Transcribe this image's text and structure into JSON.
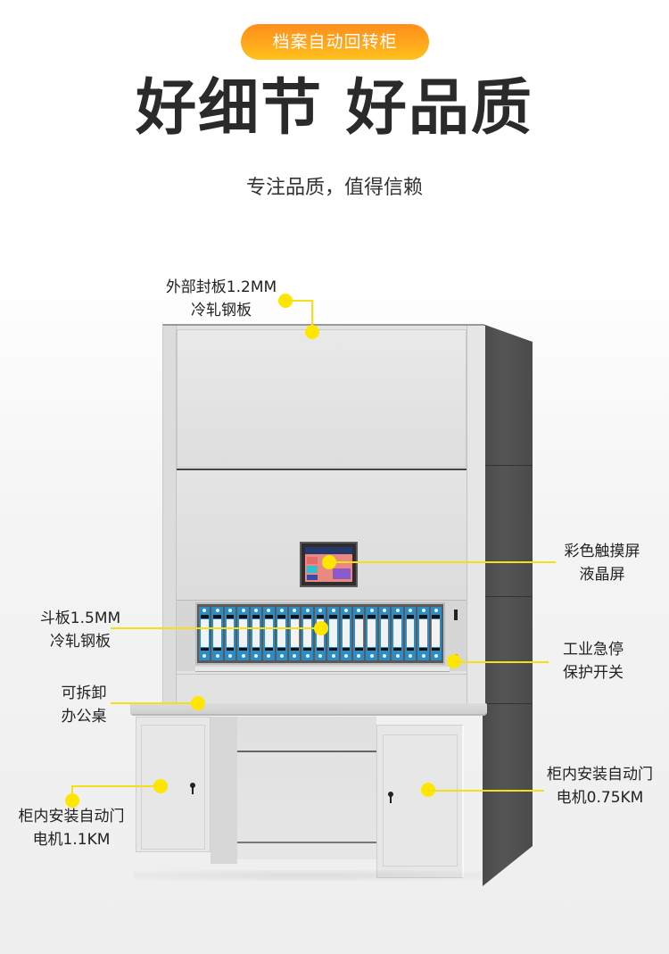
{
  "header": {
    "badge_label": "档案自动回转柜",
    "headline": "好细节 好品质",
    "subline": "专注品质，值得信赖"
  },
  "annotations": {
    "top_panel": {
      "line1": "外部封板1.2MM",
      "line2": "冷轧钢板"
    },
    "touch_screen": {
      "line1": "彩色触摸屏",
      "line2": "液晶屏"
    },
    "drawer_panel": {
      "line1": "斗板1.5MM",
      "line2": "冷轧钢板"
    },
    "emergency_stop": {
      "line1": "工业急停",
      "line2": "保护开关"
    },
    "desk": {
      "line1": "可拆卸",
      "line2": "办公桌"
    },
    "left_motor": {
      "line1": "柜内安装自动门",
      "line2": "电机1.1KM"
    },
    "right_motor": {
      "line1": "柜内安装自动门",
      "line2": "电机0.75KM"
    }
  },
  "product": {
    "binder_count": 19,
    "colors": {
      "accent_yellow": "#ffe600",
      "badge_orange": "#ff8e1c",
      "binder_blue": "#2d8cc4",
      "cabinet_gray": "#e3e3e3",
      "side_dark": "#4f4f4f",
      "estop_red": "#d01c1c"
    }
  }
}
